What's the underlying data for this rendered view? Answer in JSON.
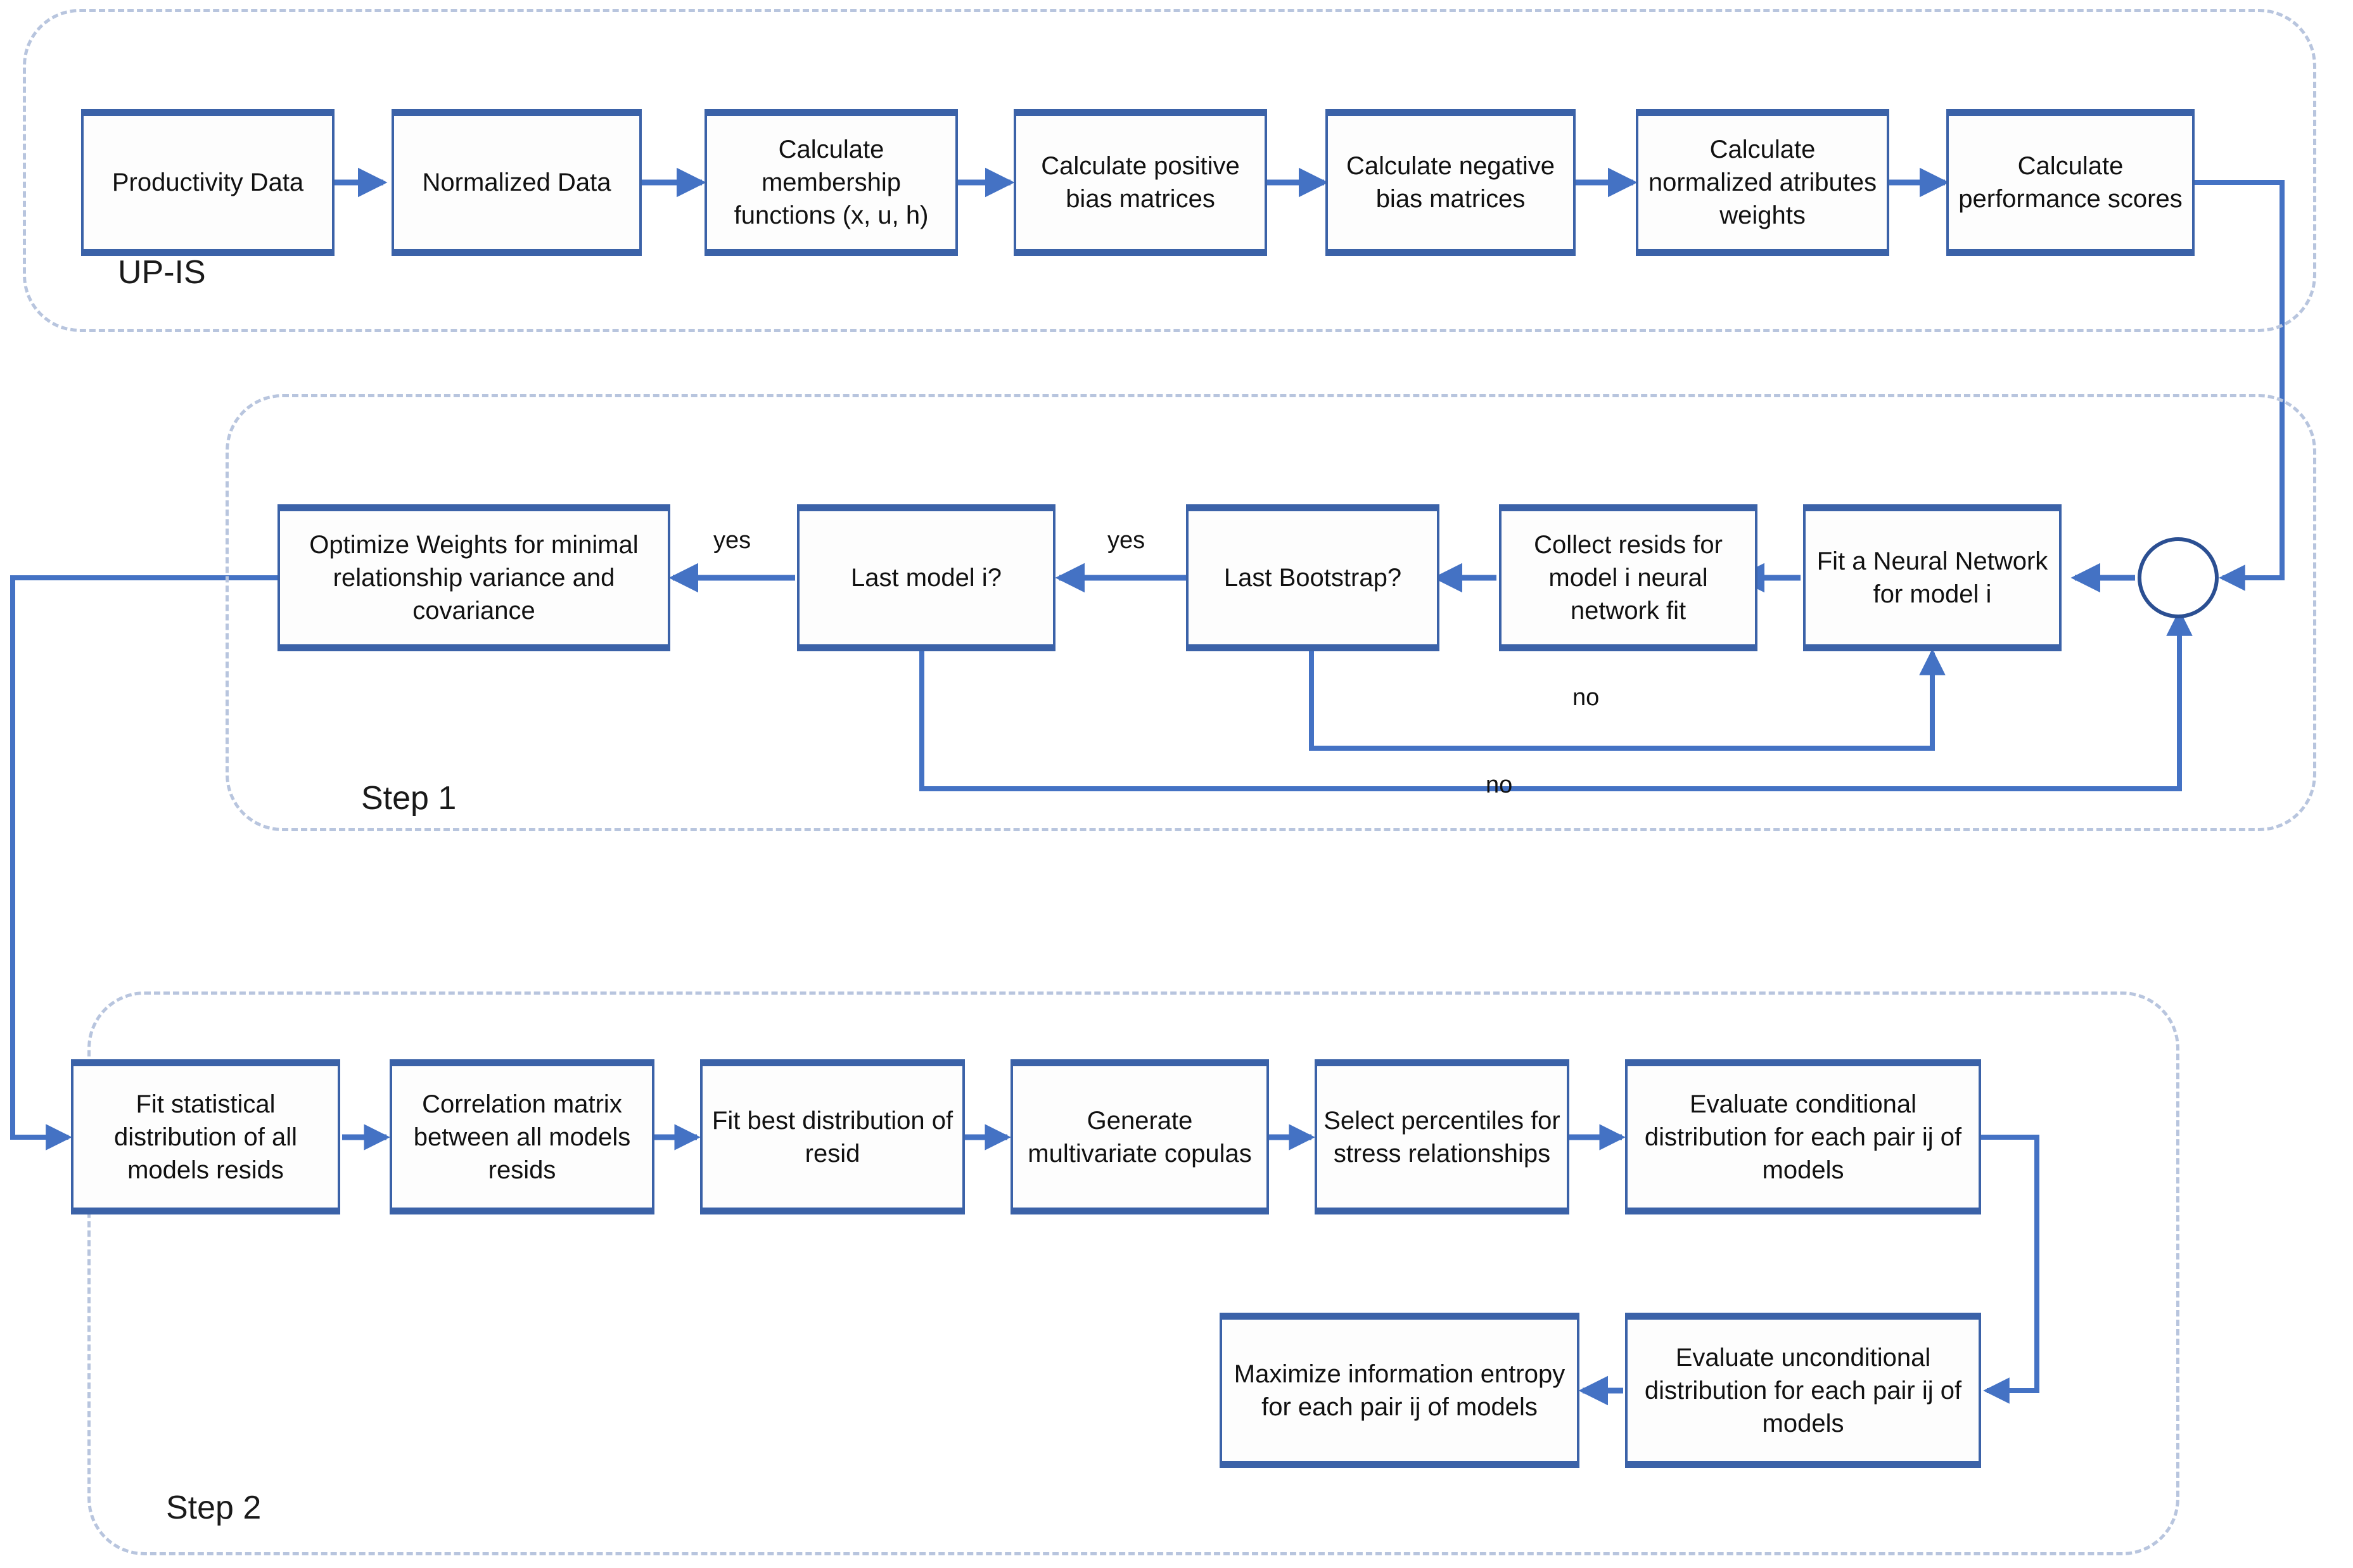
{
  "diagram": {
    "title": "UP-IS / Step 1 / Step 2 methodology flowchart",
    "colors": {
      "node_border": "#3b62a8",
      "node_fill": "#fdfdfd",
      "connector": "#4472c4",
      "group_border": "#b8c5de",
      "text": "#111111"
    }
  },
  "groups": [
    {
      "id": "up-is",
      "label": "UP-IS"
    },
    {
      "id": "step1",
      "label": "Step 1"
    },
    {
      "id": "step2",
      "label": "Step 2"
    }
  ],
  "upis": {
    "label": "UP-IS",
    "nodes": [
      {
        "id": "productivity-data",
        "text": "Productivity Data"
      },
      {
        "id": "normalized-data",
        "text": "Normalized Data"
      },
      {
        "id": "membership-functions",
        "text": "Calculate membership functions (x, u, h)"
      },
      {
        "id": "positive-bias",
        "text": "Calculate positive bias matrices"
      },
      {
        "id": "negative-bias",
        "text": "Calculate negative bias matrices"
      },
      {
        "id": "normalized-weights",
        "text": "Calculate normalized atributes weights"
      },
      {
        "id": "performance-scores",
        "text": "Calculate performance scores"
      }
    ]
  },
  "step1": {
    "label": "Step 1",
    "nodes": [
      {
        "id": "optimize-weights",
        "text": "Optimize Weights for minimal relationship variance and covariance"
      },
      {
        "id": "last-model",
        "text": "Last model i?"
      },
      {
        "id": "last-bootstrap",
        "text": "Last Bootstrap?"
      },
      {
        "id": "collect-resids",
        "text": "Collect resids for model i neural network fit"
      },
      {
        "id": "fit-neural-net",
        "text": "Fit a Neural Network for model i"
      }
    ],
    "junction": {
      "id": "merge-junction",
      "text": ""
    },
    "edge_labels": [
      {
        "id": "yes-last-model",
        "text": "yes"
      },
      {
        "id": "yes-last-bootstrap",
        "text": "yes"
      },
      {
        "id": "no-last-bootstrap",
        "text": "no"
      },
      {
        "id": "no-last-model",
        "text": "no"
      }
    ]
  },
  "step2": {
    "label": "Step 2",
    "nodes": [
      {
        "id": "fit-statistical-distribution",
        "text": "Fit statistical distribution of all models resids"
      },
      {
        "id": "correlation-matrix",
        "text": "Correlation matrix between all models resids"
      },
      {
        "id": "fit-best-distribution",
        "text": "Fit best distribution of resid"
      },
      {
        "id": "generate-copulas",
        "text": "Generate multivariate copulas"
      },
      {
        "id": "select-percentiles",
        "text": "Select percentiles for stress relationships"
      },
      {
        "id": "evaluate-conditional",
        "text": "Evaluate conditional distribution for each pair ij of models"
      },
      {
        "id": "evaluate-unconditional",
        "text": "Evaluate unconditional distribution for each pair ij of models"
      },
      {
        "id": "maximize-entropy",
        "text": "Maximize information entropy for each pair ij of models"
      }
    ]
  }
}
